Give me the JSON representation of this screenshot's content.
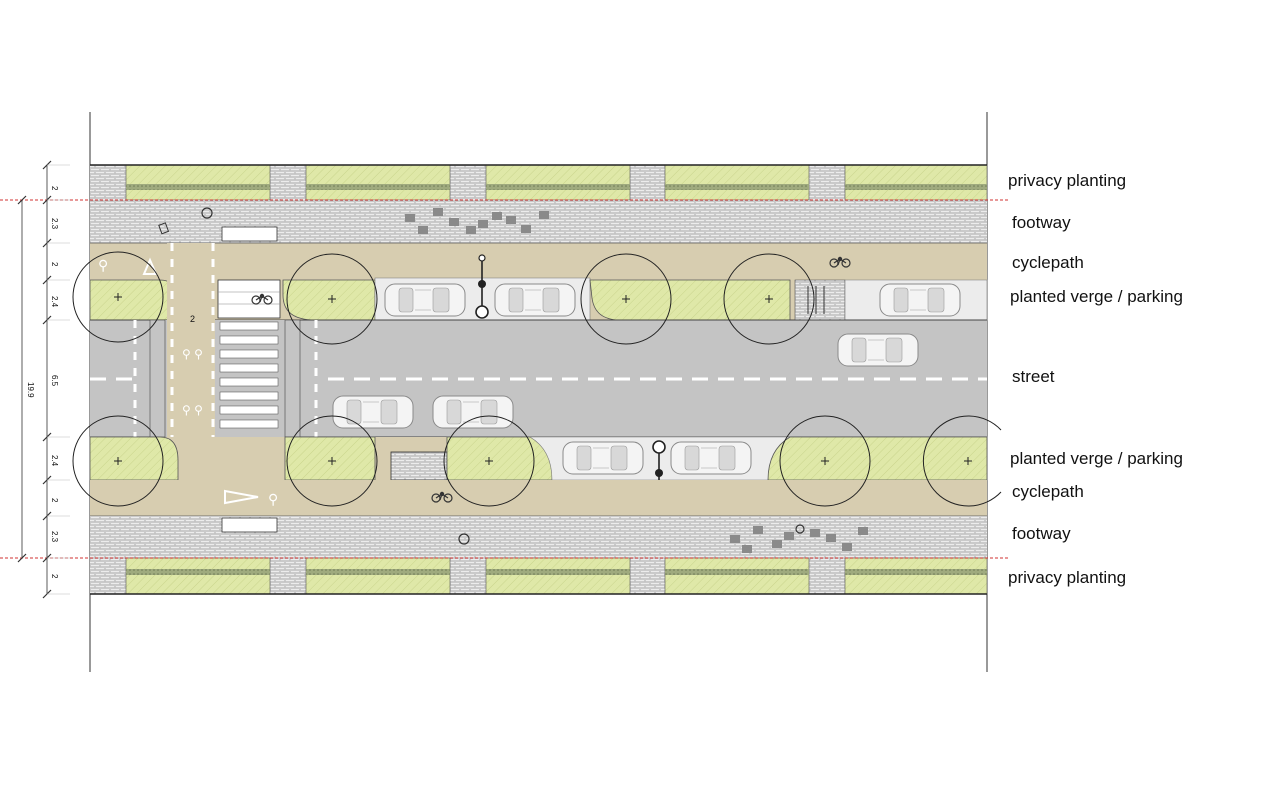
{
  "labels": {
    "privacy_planting_top": "privacy planting",
    "footway_top": "footway",
    "cyclepath_top": "cyclepath",
    "verge_top": "planted verge / parking",
    "street": "street",
    "verge_bottom": "planted verge / parking",
    "cyclepath_bottom": "cyclepath",
    "footway_bottom": "footway",
    "privacy_planting_bottom": "privacy planting"
  },
  "dimensions": {
    "total": "19.9",
    "rows": [
      "2",
      "2.3",
      "2",
      "2.4",
      "6.5",
      "2.4",
      "2",
      "2.3",
      "2"
    ],
    "crossing_width": "2"
  },
  "colors": {
    "planting": "#dfe8a8",
    "paving": "#e8e8e8",
    "cyclepath": "#d7cdb0",
    "street": "#c4c4c4",
    "parking": "#ececec",
    "property_line": "#d03030"
  }
}
